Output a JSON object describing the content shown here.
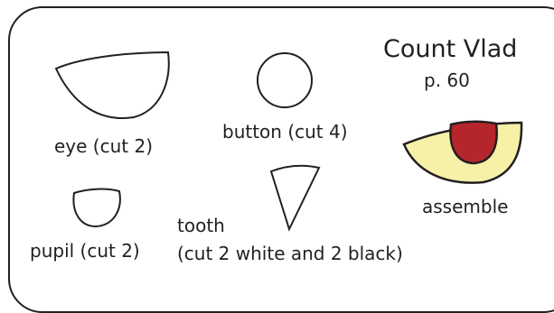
{
  "title": "Count Vlad",
  "page_ref": "p. 60",
  "labels": {
    "eye": "eye (cut 2)",
    "button": "button (cut 4)",
    "pupil": "pupil (cut 2)",
    "tooth_line1": "tooth",
    "tooth_line2": "(cut 2 white and 2 black)",
    "assemble": "assemble"
  },
  "colors": {
    "outline": "#231f20",
    "eye_fill_assembled": "#f7f1a8",
    "pupil_fill_assembled": "#b5262c"
  }
}
